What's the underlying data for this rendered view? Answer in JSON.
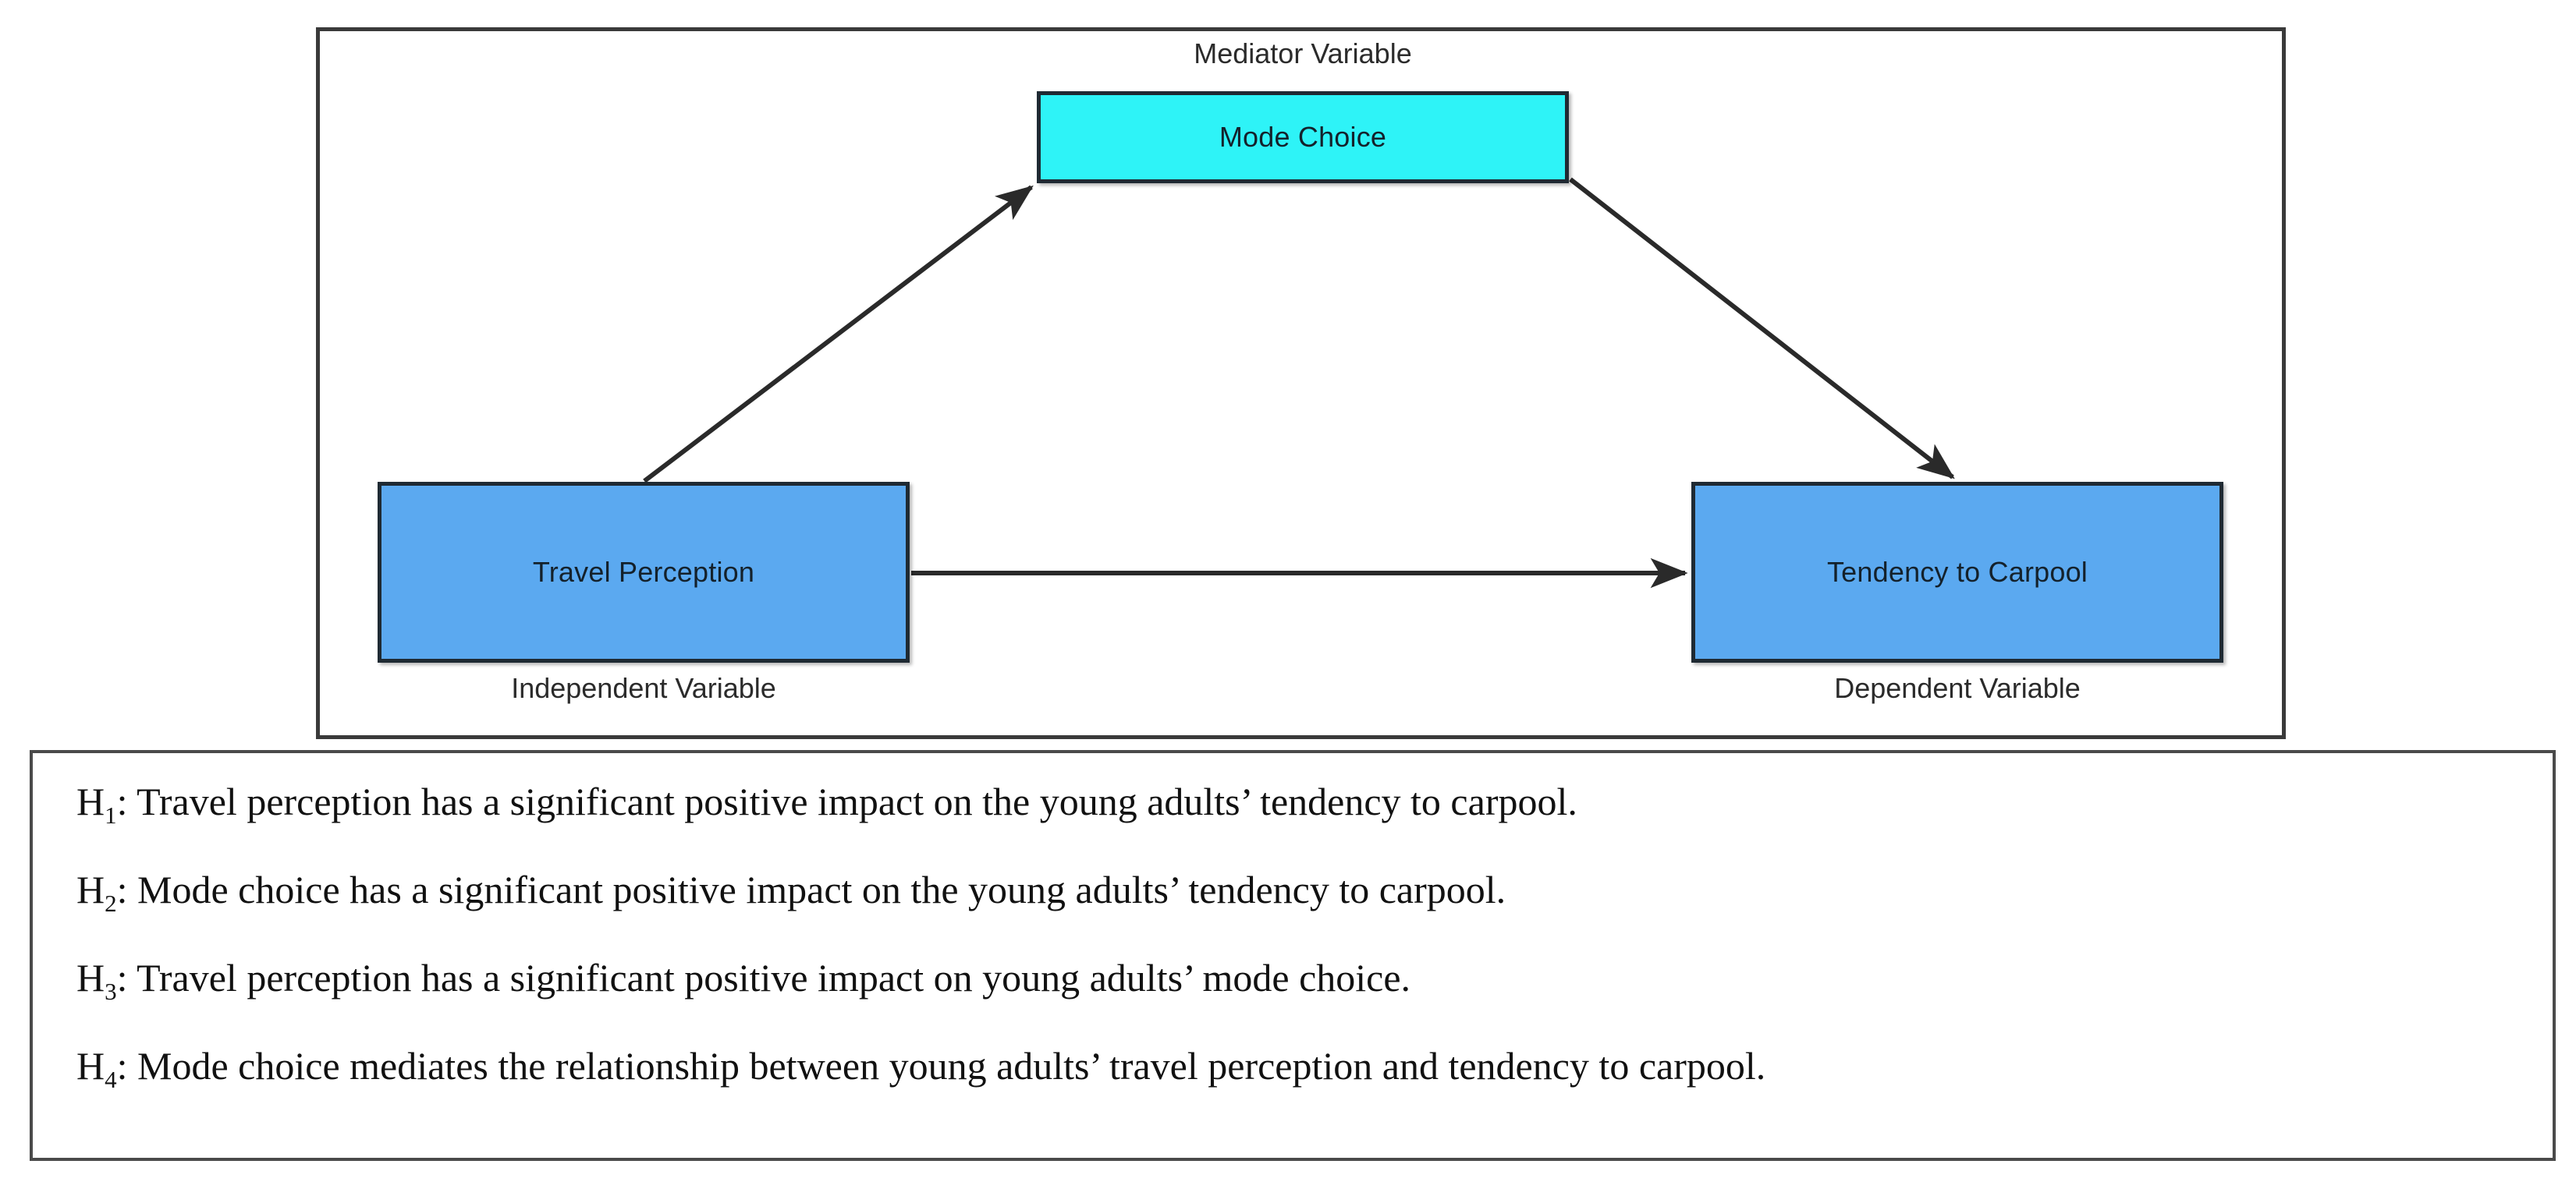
{
  "diagram": {
    "title_frame_name": "conceptual-framework",
    "nodes": [
      {
        "id": "mode-choice",
        "label": "Mode Choice",
        "role_caption": "Mediator Variable",
        "fill": "#2EF3F7",
        "border": "#1f2a33"
      },
      {
        "id": "travel-perception",
        "label": "Travel Perception",
        "role_caption": "Independent Variable",
        "fill": "#5BA9F0",
        "border": "#1f2a33"
      },
      {
        "id": "tendency-to-carpool",
        "label": "Tendency to Carpool",
        "role_caption": "Dependent Variable",
        "fill": "#5BA9F0",
        "border": "#1f2a33"
      }
    ],
    "edges": [
      {
        "id": "edge-tp-to-mc",
        "from": "travel-perception",
        "to": "mode-choice",
        "style": "arrow",
        "color": "#2a2a2a"
      },
      {
        "id": "edge-mc-to-tc",
        "from": "mode-choice",
        "to": "tendency-to-carpool",
        "style": "arrow",
        "color": "#2a2a2a"
      },
      {
        "id": "edge-tp-to-tc",
        "from": "travel-perception",
        "to": "tendency-to-carpool",
        "style": "arrow",
        "color": "#2a2a2a"
      }
    ]
  },
  "hypotheses": {
    "items": [
      {
        "label": "H",
        "index": "1",
        "colon": ": ",
        "text": "Travel perception has a significant positive impact on the young adults’ tendency to carpool."
      },
      {
        "label": "H",
        "index": "2",
        "colon": ": ",
        "text": "Mode choice has a significant positive impact on the young adults’ tendency to carpool."
      },
      {
        "label": "H",
        "index": "3",
        "colon": ": ",
        "text": "Travel perception has a significant positive impact on young adults’ mode choice."
      },
      {
        "label": "H",
        "index": "4",
        "colon": ": ",
        "text": "Mode choice mediates the relationship between young adults’ travel perception and tendency to carpool."
      }
    ]
  },
  "colors": {
    "mediator_fill": "#2EF3F7",
    "variable_fill": "#5BA9F0",
    "node_border": "#1f2a33",
    "frame_border": "#3a3a3a",
    "arrow": "#2a2a2a",
    "text": "#111111"
  }
}
